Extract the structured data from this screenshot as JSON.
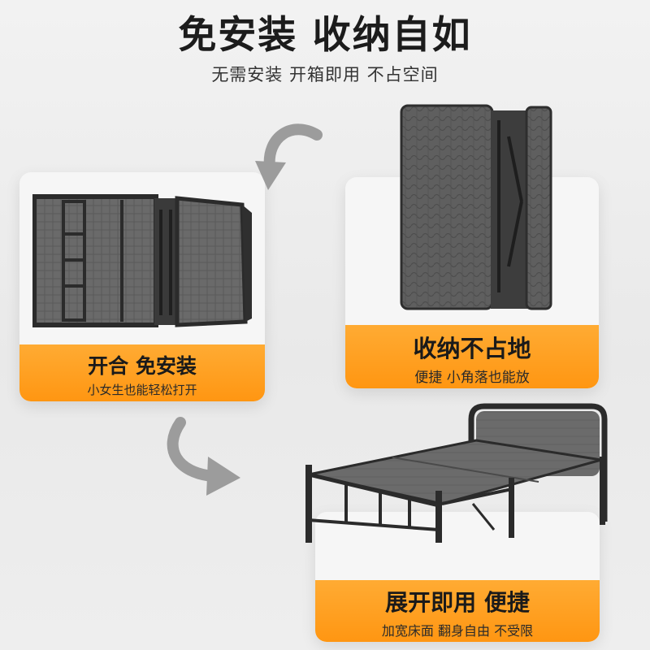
{
  "header": {
    "title": "免安装 收纳自如",
    "subtitle": "无需安装 开箱即用 不占空间"
  },
  "cards": {
    "open_close": {
      "title": "开合 免安装",
      "subtitle": "小女生也能轻松打开"
    },
    "storage": {
      "title": "收纳不占地",
      "subtitle": "便捷 小角落也能放"
    },
    "unfold": {
      "title": "展开即用 便捷",
      "subtitle": "加宽床面 翻身自由 不受限"
    }
  },
  "colors": {
    "accent": "#ff9f1c",
    "frame": "#2b2b2b",
    "fabric": "#5e5e5e",
    "arrow": "#9c9c9c"
  },
  "icons": [
    "curved-arrow-down-icon",
    "curved-arrow-right-icon"
  ]
}
